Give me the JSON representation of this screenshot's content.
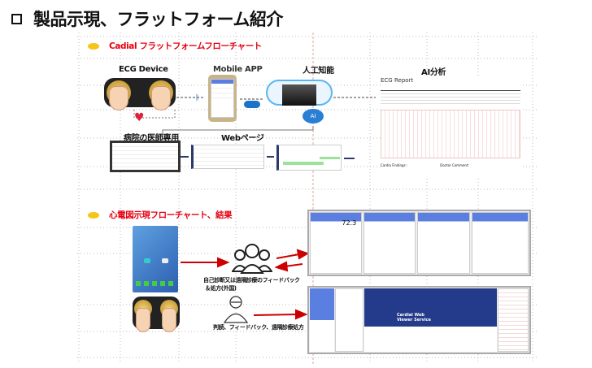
{
  "title": "製品示現、フラットフォーム紹介",
  "section1": {
    "heading": "Cadial フラットフォームフローチャート",
    "ecg_device": "ECG Device",
    "mobile_app": "Mobile APP",
    "ai": "人工知能",
    "ai_analysis": "AI分析",
    "hospital": "病院の医師専用",
    "web_page": "Webページ",
    "report_title": "ECG Report",
    "report_findings": "Cardia Findings :",
    "report_comment": "Doctor Comment:",
    "ai_badge": "AI"
  },
  "section2": {
    "heading": "心電図示現フローチャート、結果",
    "feedback": "自己診断又は遠隔診療のフィードバック",
    "prescription": "＆処方(外国)",
    "doctor_text": "判読、フィードバック、遠隔診療処方",
    "app_value": "72.3",
    "web_viewer": "Cardial Web Viewer Service"
  },
  "colors": {
    "accent_red": "#e60012",
    "bullet": "#f5c518",
    "app_blue": "#5b7fe0"
  }
}
